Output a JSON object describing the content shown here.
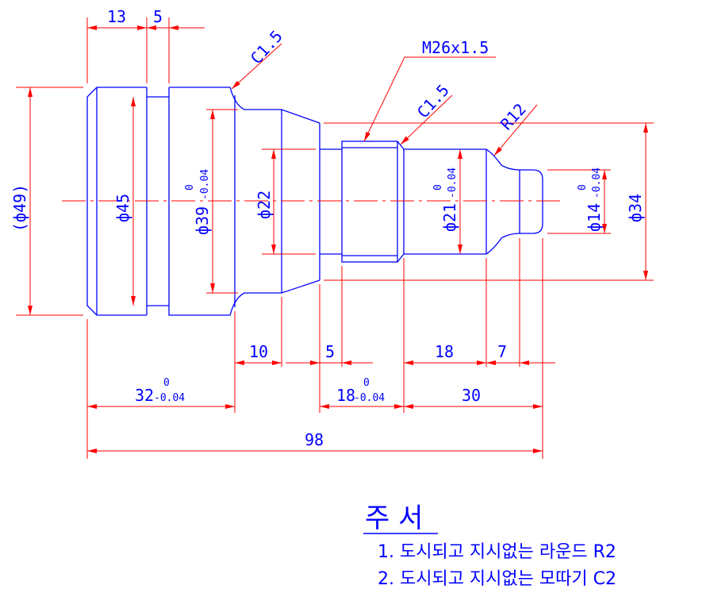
{
  "dimensions": {
    "top_13": "13",
    "top_5": "5",
    "chamfer_left": "C1.5",
    "thread": "M26x1.5",
    "chamfer_right": "C1.5",
    "radius": "R12",
    "dia_49": "(ф49)",
    "dia_45": "ф45",
    "dia_39": "ф39",
    "dia_39_upper": "0",
    "dia_39_lower": "-0.04",
    "dia_22": "ф22",
    "dia_21": "ф21",
    "dia_21_upper": "0",
    "dia_21_lower": "-0.04",
    "dia_14": "ф14",
    "dia_14_upper": "0",
    "dia_14_lower": "-0.04",
    "dia_34": "ф34",
    "len_10": "10",
    "len_5": "5",
    "len_18": "18",
    "len_7": "7",
    "len_32": "32",
    "len_32_upper": "0",
    "len_32_lower": "-0.04",
    "len_18b": "18",
    "len_18b_upper": "0",
    "len_18b_lower": "-0.04",
    "len_30": "30",
    "len_98": "98"
  },
  "notes": {
    "title": "주 서",
    "items": [
      "1. 도시되고 지시없는 라운드 R2",
      "2. 도시되고 지시없는 모따기 C2"
    ]
  },
  "colors": {
    "part_outline": "#0000ff",
    "dimension_lines": "#ff0000"
  }
}
